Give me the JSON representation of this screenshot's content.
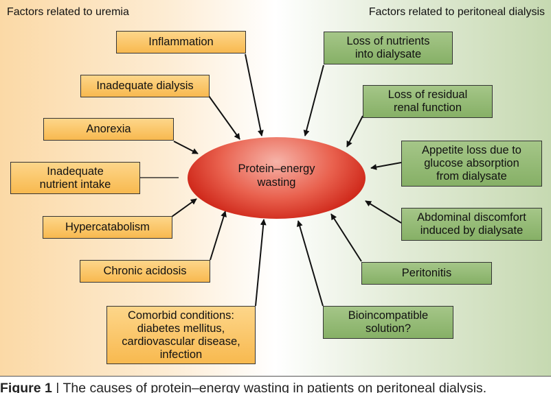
{
  "headers": {
    "left": "Factors related to uremia",
    "right": "Factors related to peritoneal dialysis"
  },
  "center": {
    "label": "Protein–energy\nwasting"
  },
  "uremia_factors": [
    "Inflammation",
    "Inadequate dialysis",
    "Anorexia",
    "Inadequate\nnutrient intake",
    "Hypercatabolism",
    "Chronic acidosis",
    "Comorbid conditions:\ndiabetes mellitus,\ncardiovascular disease,\ninfection"
  ],
  "dialysis_factors": [
    "Loss of nutrients\ninto dialysate",
    "Loss of residual\nrenal function",
    "Appetite loss due to\nglucose absorption\nfrom dialysate",
    "Abdominal discomfort\ninduced by dialysate",
    "Peritonitis",
    "Bioincompatible\nsolution?"
  ],
  "caption": {
    "figure_label": "Figure 1",
    "separator": "|",
    "text": "The causes of protein–energy wasting in patients on peritoneal dialysis."
  },
  "colors": {
    "uremia_box": "#f8b94f",
    "dialysis_box": "#86b066",
    "center_ellipse": "#d02a1c"
  }
}
